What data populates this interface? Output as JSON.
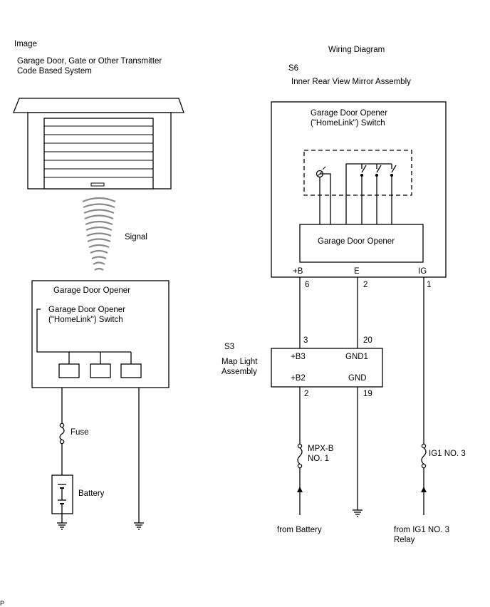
{
  "left_panel": {
    "heading": "Image",
    "system_line1": "Garage Door, Gate or Other Transmitter",
    "system_line2": "Code Based System",
    "signal_label": "Signal",
    "opener_title": "Garage Door Opener",
    "switch_line1": "Garage Door Opener",
    "switch_line2": "(\"HomeLink\") Switch",
    "fuse_label": "Fuse",
    "battery_label": "Battery"
  },
  "right_panel": {
    "heading": "Wiring Diagram",
    "mirror": {
      "code": "S6",
      "name": "Inner Rear View Mirror Assembly",
      "switch_line1": "Garage Door Opener",
      "switch_line2": "(\"HomeLink\") Switch",
      "inner_box": "Garage Door Opener",
      "pins": [
        {
          "label": "+B",
          "number": "6"
        },
        {
          "label": "E",
          "number": "2"
        },
        {
          "label": "IG",
          "number": "1"
        }
      ]
    },
    "map_light": {
      "code": "S3",
      "name_line1": "Map Light",
      "name_line2": "Assembly",
      "top_pins": [
        {
          "label": "+B3",
          "number": "3"
        },
        {
          "label": "GND1",
          "number": "20"
        }
      ],
      "bottom_pins": [
        {
          "label": "+B2",
          "number": "2"
        },
        {
          "label": "GND",
          "number": "19"
        }
      ]
    },
    "fuse_mpx_line1": "MPX-B",
    "fuse_mpx_line2": "NO. 1",
    "fuse_ig1": "IG1 NO. 3",
    "source_battery": "from Battery",
    "source_ig1_line1": "from IG1 NO. 3",
    "source_ig1_line2": "Relay"
  },
  "footer_mark": "P"
}
